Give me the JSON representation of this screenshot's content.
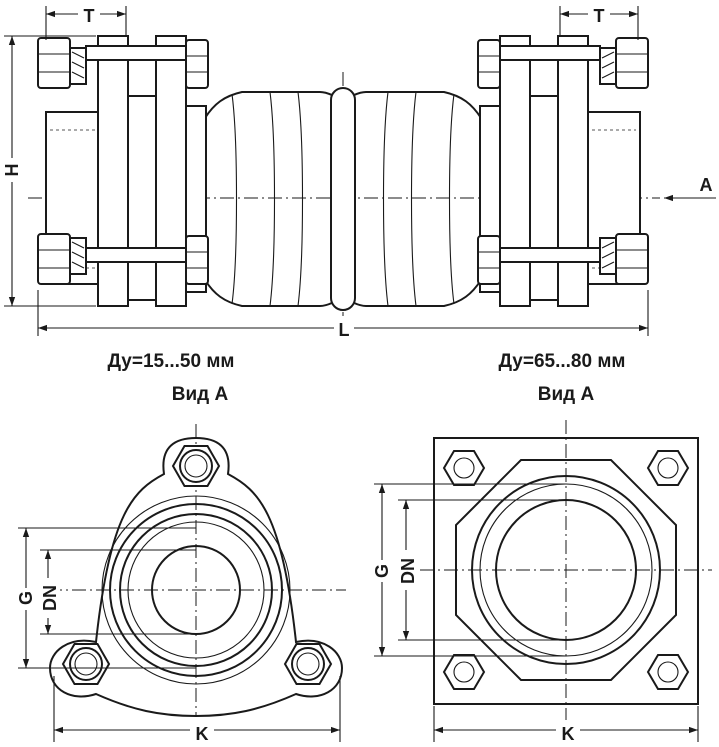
{
  "labels": {
    "t_left": "T",
    "t_right": "T",
    "h": "H",
    "l": "L",
    "a": "A",
    "g_left": "G",
    "dn_left": "DN",
    "k_left": "K",
    "g_right": "G",
    "dn_right": "DN",
    "k_right": "K"
  },
  "captions": {
    "left_range": "Ду=15...50 мм",
    "left_view": "Вид А",
    "right_range": "Ду=65...80 мм",
    "right_view": "Вид А"
  }
}
